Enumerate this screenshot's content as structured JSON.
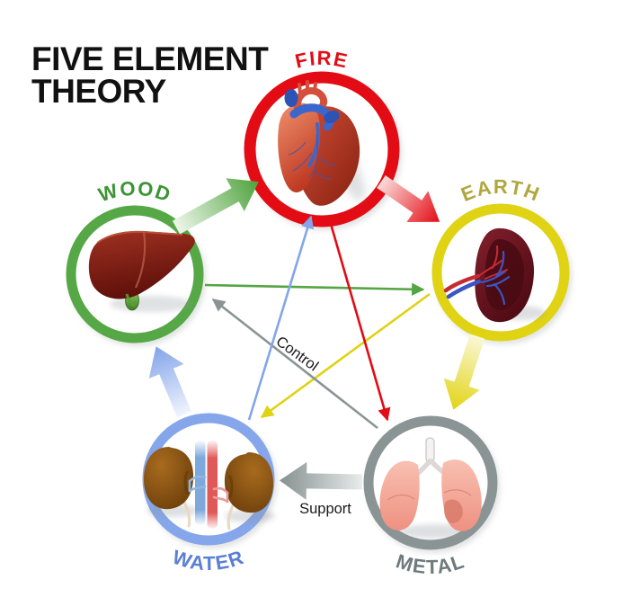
{
  "title": {
    "line1": "FIVE ELEMENT",
    "line2": "THEORY"
  },
  "elements": [
    {
      "name": "FIRE",
      "organ": "heart",
      "ring_color": "#e30b14",
      "label_color": "#e30b14"
    },
    {
      "name": "EARTH",
      "organ": "spleen",
      "ring_color": "#e0d313",
      "label_color": "#b0a73e"
    },
    {
      "name": "METAL",
      "organ": "lungs",
      "ring_color": "#8b9494",
      "label_color": "#6f7a7c"
    },
    {
      "name": "WATER",
      "organ": "kidneys",
      "ring_color": "#85a6ea",
      "label_color": "#5b7fd6"
    },
    {
      "name": "WOOD",
      "organ": "liver",
      "ring_color": "#56a846",
      "label_color": "#3b9435"
    }
  ],
  "cycles": {
    "support": {
      "label": "Support",
      "arrows": [
        {
          "from": "WOOD",
          "to": "FIRE",
          "color": "#4ea23c"
        },
        {
          "from": "FIRE",
          "to": "EARTH",
          "color": "#e30b14"
        },
        {
          "from": "EARTH",
          "to": "METAL",
          "color": "#e0d313"
        },
        {
          "from": "METAL",
          "to": "WATER",
          "color": "#8b9494"
        },
        {
          "from": "WATER",
          "to": "WOOD",
          "color": "#84a5ea"
        }
      ]
    },
    "control": {
      "label": "Control",
      "arrows": [
        {
          "from": "FIRE",
          "to": "METAL",
          "color": "#e30b14"
        },
        {
          "from": "EARTH",
          "to": "WATER",
          "color": "#ded312"
        },
        {
          "from": "METAL",
          "to": "WOOD",
          "color": "#8b9494"
        },
        {
          "from": "WATER",
          "to": "FIRE",
          "color": "#84a5ea"
        },
        {
          "from": "WOOD",
          "to": "EARTH",
          "color": "#55a543"
        }
      ]
    }
  }
}
